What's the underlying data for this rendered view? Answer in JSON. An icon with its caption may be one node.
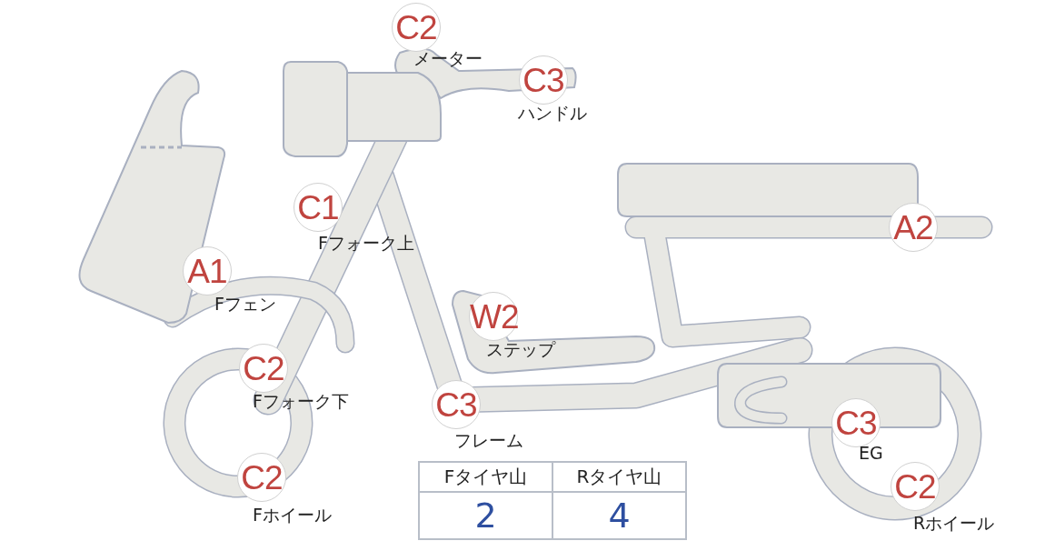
{
  "diagram": {
    "nodes": [
      {
        "text": [
          "C2"
        ],
        "beside": [
          "メーター"
        ]
      },
      {
        "text": [
          "C3"
        ],
        "beside": [
          "ハンドル"
        ]
      },
      {
        "text": [
          "C1"
        ],
        "beside": [
          "Fフォーク上"
        ]
      },
      {
        "text": [
          "A1"
        ],
        "beside": [
          "Fフェン"
        ]
      },
      {
        "text": [
          "W2"
        ],
        "beside": [
          "ステップ"
        ]
      },
      {
        "text": [
          "C2"
        ],
        "beside": [
          "Fフォーク下"
        ]
      },
      {
        "text": [
          "C3"
        ],
        "beside": [
          "フレーム"
        ]
      },
      {
        "text": [
          "C2"
        ],
        "beside": [
          "Fホイール"
        ]
      },
      {
        "text": [
          "A2"
        ]
      },
      {
        "text": [
          "C3"
        ],
        "beside": [
          "EG"
        ]
      },
      {
        "text": [
          "C2"
        ],
        "beside": [
          "Rホイール"
        ]
      }
    ],
    "labels": [
      "Fタイヤ山",
      "Rタイヤ山",
      "2",
      "4"
    ]
  }
}
